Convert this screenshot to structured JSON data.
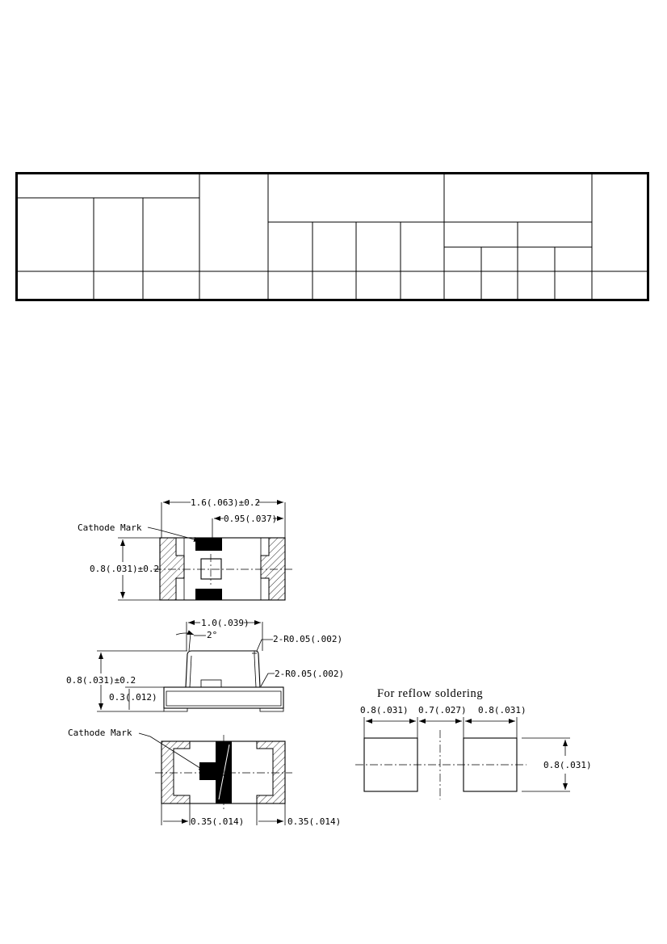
{
  "top_view": {
    "overall_length": "1.6(.063)±0.2",
    "pad_offset": "0.95(.037)",
    "width": "0.8(.031)±0.2",
    "cathode_label": "Cathode Mark"
  },
  "side_view": {
    "top_length": "1.0(.039)",
    "draft_angle": "2°",
    "radius_top": "2-R0.05(.002)",
    "radius_bottom": "2-R0.05(.002)",
    "height": "0.8(.031)±0.2",
    "base_height": "0.3(.012)"
  },
  "bottom_view": {
    "cathode_label": "Cathode Mark",
    "terminal_left": "0.35(.014)",
    "terminal_right": "0.35(.014)"
  },
  "footprint": {
    "title": "For reflow soldering",
    "pad_left": "0.8(.031)",
    "gap": "0.7(.027)",
    "pad_right": "0.8(.031)",
    "pad_height": "0.8(.031)"
  },
  "colors": {
    "ink": "#000000",
    "paper": "#ffffff"
  }
}
